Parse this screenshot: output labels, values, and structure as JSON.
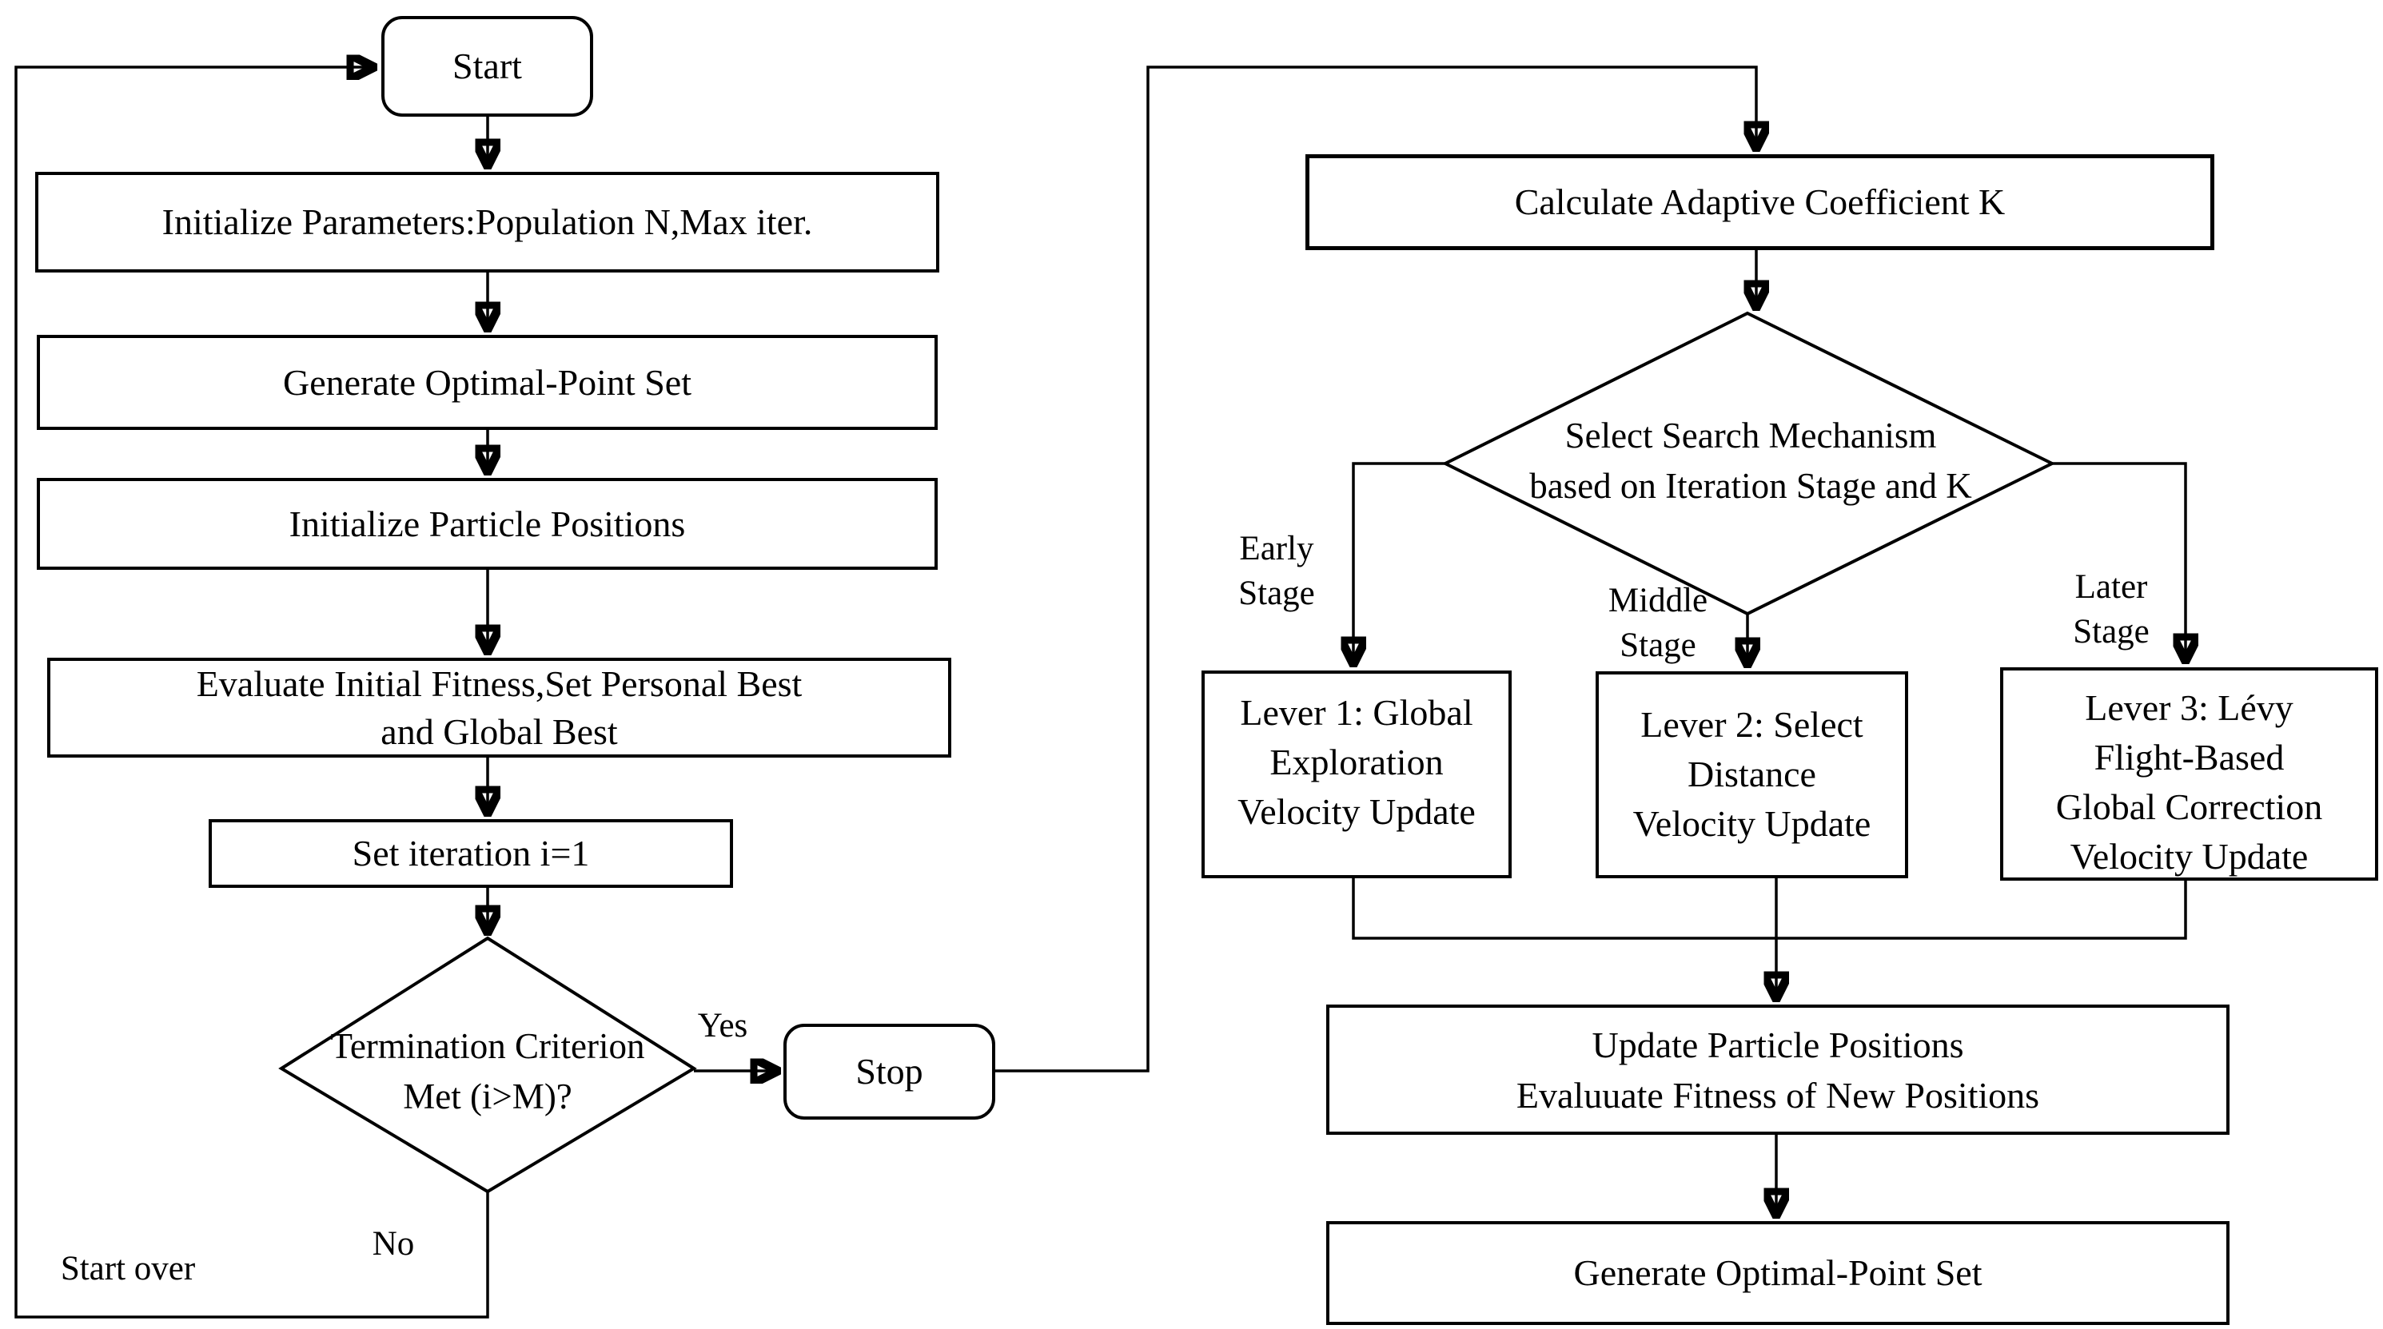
{
  "diagram": {
    "background": "#ffffff",
    "line_color": "#000000",
    "text_color": "#000000",
    "nodes": {
      "start": {
        "type": "terminator",
        "label": "Start"
      },
      "init_params": {
        "type": "process",
        "label": "Initialize Parameters:Population N,Max iter."
      },
      "generate_ops_initial": {
        "type": "process",
        "label": "Generate Optimal-Point Set"
      },
      "init_positions": {
        "type": "process",
        "label": "Initialize Particle Positions"
      },
      "evaluate_initial": {
        "type": "process",
        "label": "Evaluate Initial Fitness,Set Personal Best\nand Global Best"
      },
      "set_iteration": {
        "type": "process",
        "label": "Set iteration i=1"
      },
      "termination": {
        "type": "decision",
        "label": "Termination Criterion\nMet (i>M)?"
      },
      "stop": {
        "type": "terminator",
        "label": "Stop"
      },
      "calc_coefficient": {
        "type": "process",
        "label": "Calculate Adaptive Coefficient K"
      },
      "select_mechanism": {
        "type": "decision",
        "label": "Select Search Mechanism\nbased on Iteration Stage and K"
      },
      "lever1": {
        "type": "process",
        "label": "Lever 1: Global\nExploration\nVelocity Update"
      },
      "lever2": {
        "type": "process",
        "label": "Lever 2: Select\nDistance\nVelocity Update"
      },
      "lever3": {
        "type": "process",
        "label": "Lever 3: Lévy\nFlight-Based\nGlobal Correction\nVelocity Update"
      },
      "update_positions": {
        "type": "process",
        "label": "Update Particle Positions\nEvaluuate Fitness of New Positions"
      },
      "generate_ops_final": {
        "type": "process",
        "label": "Generate Optimal-Point Set"
      }
    },
    "edge_labels": {
      "yes": "Yes",
      "no": "No",
      "start_over": "Start over",
      "early_stage": "Early\nStage",
      "middle_stage": "Middle\nStage",
      "later_stage": "Later\nStage"
    }
  }
}
